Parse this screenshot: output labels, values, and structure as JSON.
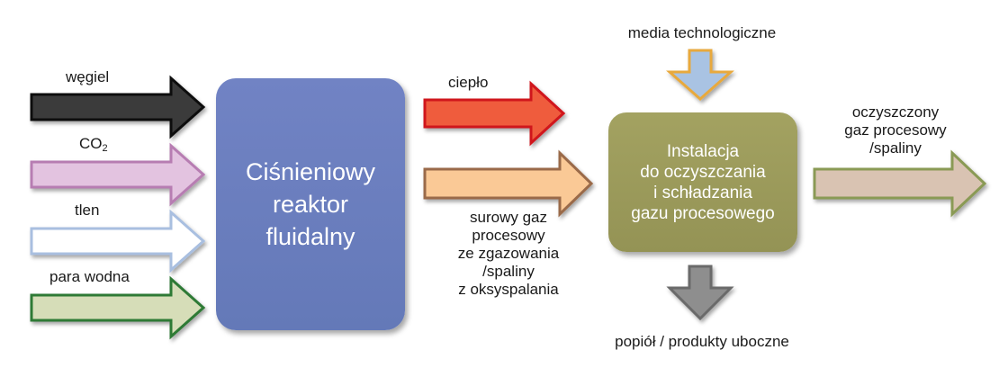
{
  "inputs": [
    {
      "label": "węgiel",
      "fill": "#3b3b3b",
      "stroke": "#111111"
    },
    {
      "label_main": "CO",
      "label_sub": "2",
      "fill": "#e3c3e0",
      "stroke": "#b77db2"
    },
    {
      "label": "tlen",
      "fill": "#ffffff",
      "stroke": "#a9bfe0"
    },
    {
      "label": "para wodna",
      "fill": "#d6ddb8",
      "stroke": "#2f7a36"
    }
  ],
  "reactor": {
    "line1": "Ciśnieniowy",
    "line2": "reaktor",
    "line3": "fluidalny",
    "color": "#6a7ebd"
  },
  "middle": {
    "heat_label": "ciepło",
    "heat_fill": "#ef5b3c",
    "heat_stroke": "#d0121c",
    "gas_fill": "#fac996",
    "gas_stroke": "#9a6b4a",
    "gas_label_lines": [
      "surowy gaz",
      "procesowy",
      "ze zgazowania",
      "/spaliny",
      "z oksyspalania"
    ]
  },
  "installation": {
    "lines": [
      "Instalacja",
      "do oczyszczania",
      "i schładzania",
      "gazu procesowego"
    ],
    "color": "#9c9b5a"
  },
  "media": {
    "label": "media technologiczne",
    "fill": "#a9c3e3",
    "stroke": "#e8a93c"
  },
  "ash": {
    "label": "popiół / produkty uboczne",
    "fill": "#8e8e8e",
    "stroke": "#6b6b6b"
  },
  "output": {
    "label_lines": [
      "oczyszczony",
      "gaz procesowy",
      "/spaliny"
    ],
    "fill": "#d9c3b2",
    "stroke": "#8a9a55"
  }
}
